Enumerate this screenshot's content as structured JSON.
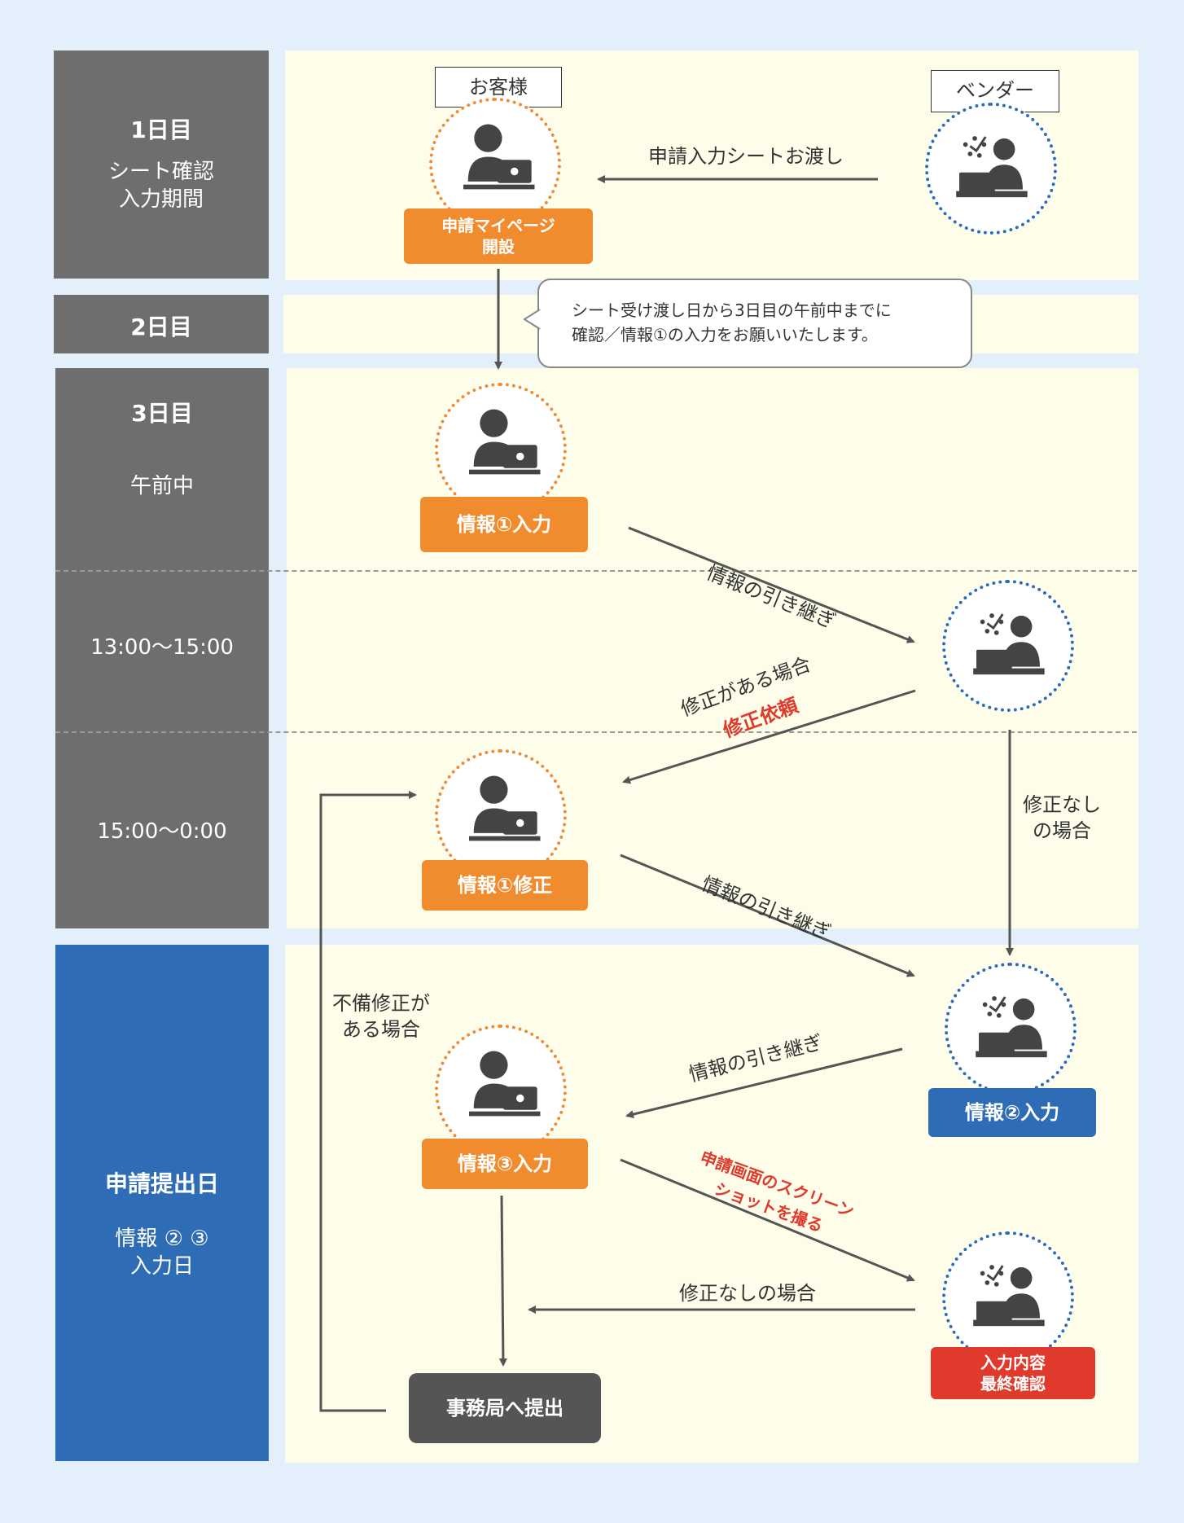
{
  "lanes": {
    "day1": {
      "title": "1日目",
      "sub1": "シート確認",
      "sub2": "入力期間"
    },
    "day2": {
      "title": "2日目"
    },
    "day3": {
      "title": "3日目",
      "morning": "午前中",
      "slot1": "13:00〜15:00",
      "slot2": "15:00〜0:00"
    },
    "submit": {
      "title": "申請提出日",
      "sub1": "情報 ② ③",
      "sub2": "入力日"
    }
  },
  "actors": {
    "customer": "お客様",
    "vendor": "ベンダー"
  },
  "nodes": {
    "mypage": [
      "申請マイページ",
      "開設"
    ],
    "info1_input": "情報①入力",
    "info1_fix": "情報①修正",
    "info2_input": "情報②入力",
    "info3_input": "情報③入力",
    "final_check": [
      "入力内容",
      "最終確認"
    ],
    "submit": "事務局へ提出"
  },
  "bubble": [
    "シート受け渡し日から3日目の午前中までに",
    "確認／情報①の入力をお願いいたします。"
  ],
  "arrows": {
    "handover_sheet": "申請入力シートお渡し",
    "handover1": "情報の引き継ぎ",
    "fix_if": "修正がある場合",
    "fix_request": "修正依頼",
    "no_fix": [
      "修正なし",
      "の場合"
    ],
    "handover2": "情報の引き継ぎ",
    "handover3": "情報の引き継ぎ",
    "defect": [
      "不備修正が",
      "ある場合"
    ],
    "screenshot": [
      "申請画面のスクリーン",
      "ショットを撮る"
    ],
    "no_fix2": "修正なしの場合"
  },
  "colors": {
    "orange": "#f08c2d",
    "blue": "#2e6db5",
    "red": "#e03a2c",
    "gray": "#6e6e6e",
    "dark": "#555555",
    "lane_bg": "#fdfdea",
    "page_bg": "#e3f0fb"
  },
  "icons": {
    "customer": "person-laptop-icon",
    "vendor": "businessman-desk-icon"
  }
}
